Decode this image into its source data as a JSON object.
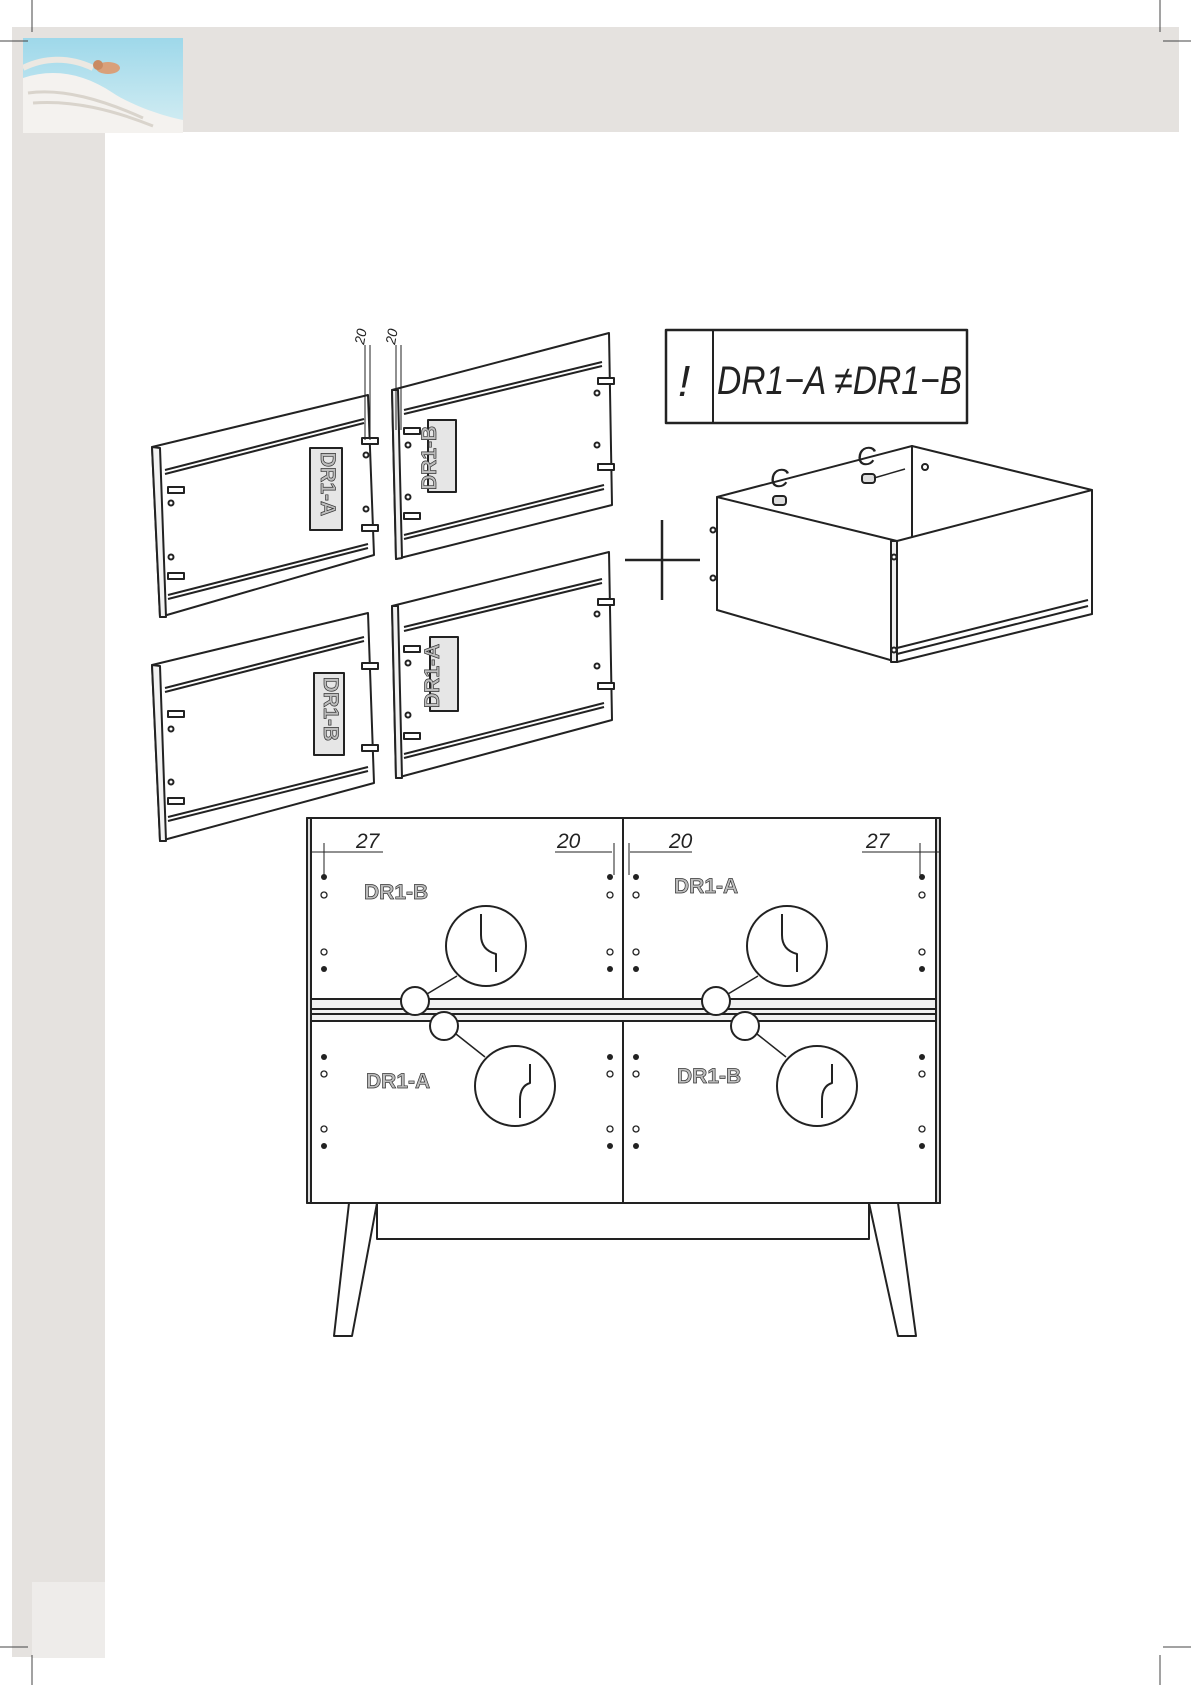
{
  "warning": {
    "mark": "!",
    "formula": "DR1−A ≠DR1−B"
  },
  "panel_labels": {
    "top_left": "DR1-A",
    "top_right": "DR1-B",
    "bottom_left": "DR1-B",
    "bottom_right": "DR1-A"
  },
  "small_dims": {
    "left": "20",
    "right": "20"
  },
  "box_fitting_label": "C",
  "front": {
    "dims": [
      "27",
      "20",
      "20",
      "27"
    ],
    "top_left_label": "DR1-B",
    "top_right_label": "DR1-A",
    "bottom_left_label": "DR1-A",
    "bottom_right_label": "DR1-B"
  },
  "colors": {
    "sidebar": "#e5e2df",
    "line": "#222222",
    "label_fill": "#cfcfcf"
  }
}
